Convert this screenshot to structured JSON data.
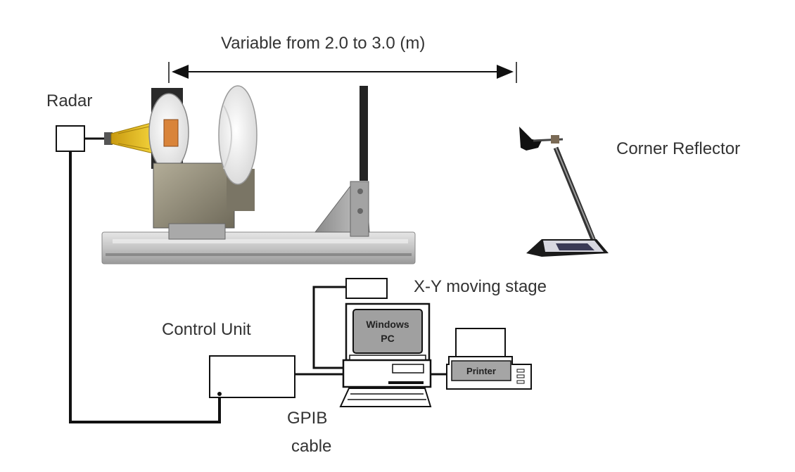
{
  "labels": {
    "distance": "Variable from 2.0 to 3.0 (m)",
    "radar": "Radar",
    "corner_reflector": "Corner Reflector",
    "xy_stage": "X-Y moving stage",
    "control_unit": "Control Unit",
    "gpib_line1": "GPIB",
    "gpib_line2": "cable",
    "pc_line1": "Windows",
    "pc_line2": "PC",
    "printer": "Printer"
  },
  "colors": {
    "line": "#111111",
    "text": "#333333",
    "horn": "#e0b820",
    "rail": "#c8c8c8",
    "housing": "#8f8a78",
    "screen": "#a0a0a0"
  }
}
